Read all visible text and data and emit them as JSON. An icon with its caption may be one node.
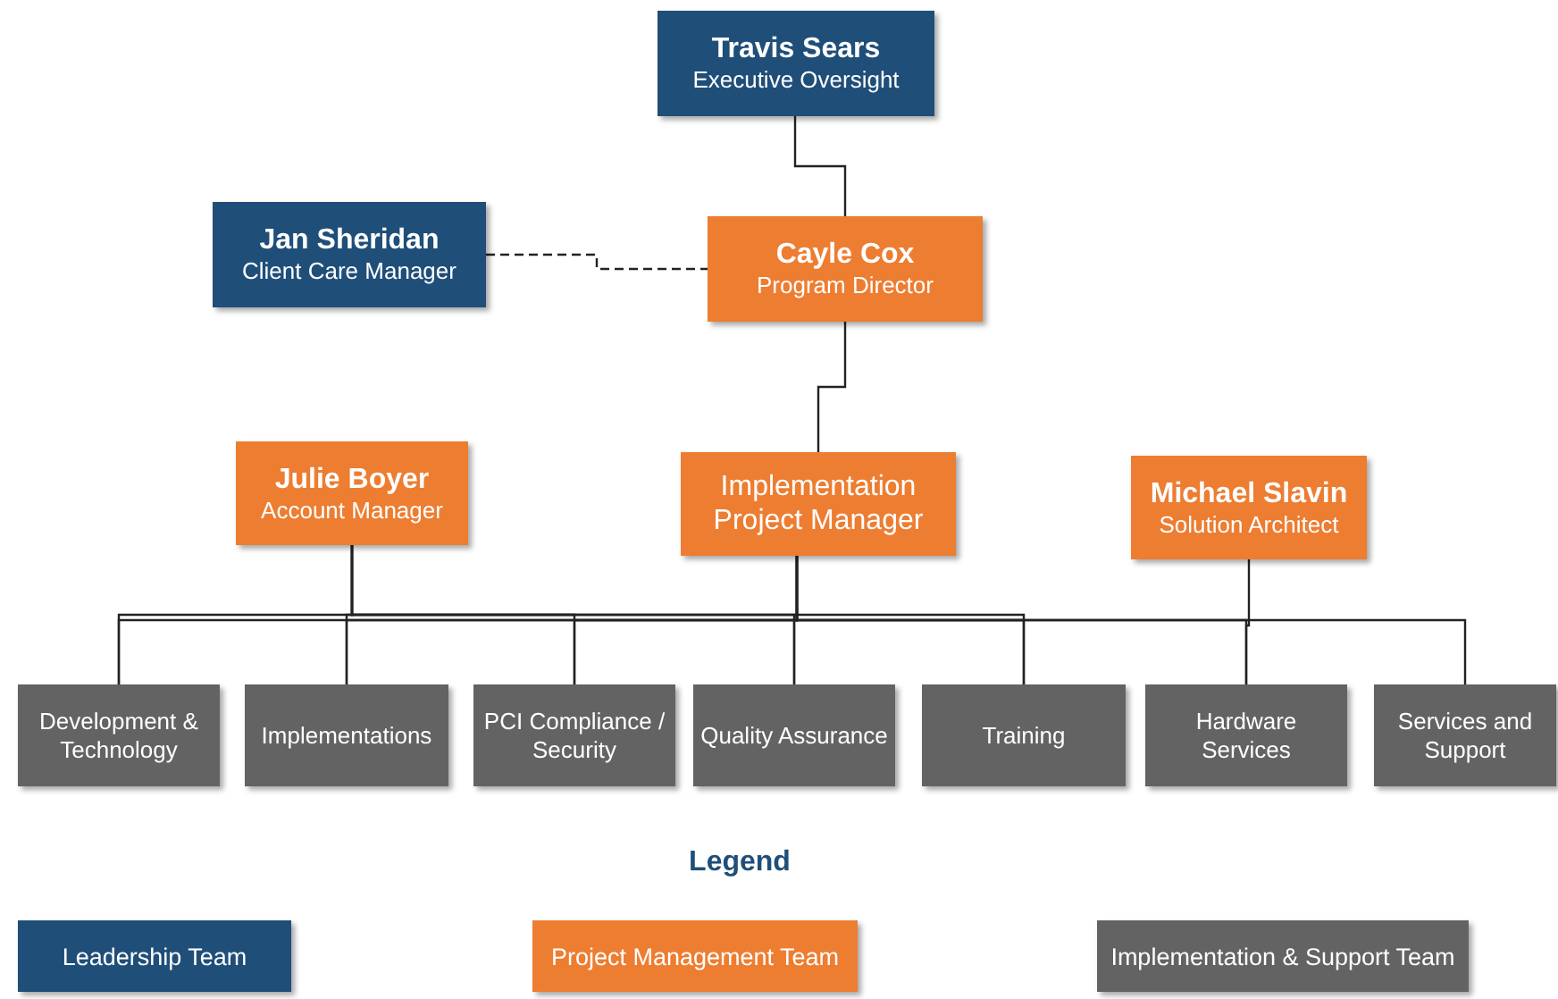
{
  "diagram": {
    "nodes": [
      {
        "text": [
          "Travis Sears",
          "Executive Oversight"
        ]
      },
      {
        "text": [
          "Jan Sheridan",
          "Client Care Manager"
        ]
      },
      {
        "text": [
          "Cayle Cox",
          "Program Director"
        ]
      },
      {
        "text": [
          "Julie Boyer",
          "Account Manager"
        ]
      },
      {
        "text": [
          "Implementation Project Manager"
        ]
      },
      {
        "text": [
          "Michael Slavin",
          "Solution Architect"
        ]
      },
      {
        "text": [
          "Development & Technology"
        ]
      },
      {
        "text": [
          "Implementations"
        ]
      },
      {
        "text": [
          "PCI Compliance / Security"
        ]
      },
      {
        "text": [
          "Quality Assurance"
        ]
      },
      {
        "text": [
          "Training"
        ]
      },
      {
        "text": [
          "Hardware Services"
        ]
      },
      {
        "text": [
          "Services and Support"
        ]
      }
    ],
    "edges": [
      {
        "from": 0,
        "to": 2,
        "arrow": "none"
      },
      {
        "from": 1,
        "to": 2,
        "arrow": "none",
        "style": "dashed"
      },
      {
        "from": 2,
        "to": 4,
        "arrow": "none"
      },
      {
        "from": 3,
        "to": 6,
        "arrow": "none"
      },
      {
        "from": 3,
        "to": 7,
        "arrow": "none"
      },
      {
        "from": 3,
        "to": 8,
        "arrow": "none"
      },
      {
        "from": 3,
        "to": 9,
        "arrow": "none"
      },
      {
        "from": 3,
        "to": 10,
        "arrow": "none"
      },
      {
        "from": 4,
        "to": 6,
        "arrow": "none"
      },
      {
        "from": 4,
        "to": 7,
        "arrow": "none"
      },
      {
        "from": 4,
        "to": 8,
        "arrow": "none"
      },
      {
        "from": 4,
        "to": 9,
        "arrow": "none"
      },
      {
        "from": 4,
        "to": 10,
        "arrow": "none"
      },
      {
        "from": 4,
        "to": 11,
        "arrow": "none"
      },
      {
        "from": 4,
        "to": 12,
        "arrow": "none"
      },
      {
        "from": 5,
        "to": 11,
        "arrow": "none"
      }
    ],
    "labels": [
      "Legend"
    ],
    "legend": [
      {
        "text": "Leadership Team",
        "color": "#1f4e79"
      },
      {
        "text": "Project Management Team",
        "color": "#ed7d31"
      },
      {
        "text": "Implementation & Support Team",
        "color": "#636363"
      }
    ]
  }
}
